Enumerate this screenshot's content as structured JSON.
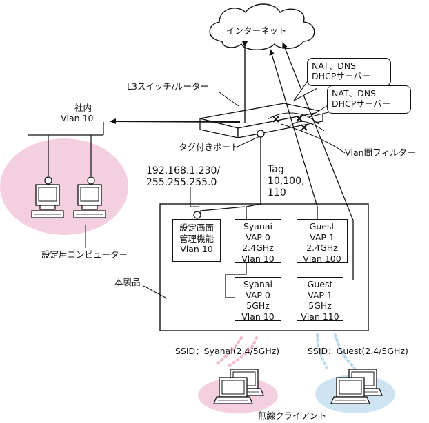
{
  "internet": {
    "label": "インターネット"
  },
  "router": {
    "label": "L3スイッチ/ルーター"
  },
  "shanai": {
    "line1": "社内",
    "line2": "Vlan 10"
  },
  "nat_callouts": [
    {
      "line1": "NAT、DNS",
      "line2": "DHCPサーバー"
    },
    {
      "line1": "NAT、DNS",
      "line2": "DHCPサーバー"
    }
  ],
  "tag_port": {
    "label": "タグ付きポート"
  },
  "vlan_filter": {
    "label": "Vlan間フィルター"
  },
  "ip_label": {
    "line1": "192.168.1.230/",
    "line2": "255.255.255.0"
  },
  "tag_label": {
    "line1": "Tag",
    "line2": "10,100,",
    "line3": "110"
  },
  "settings_pc": {
    "label": "設定用コンピューター"
  },
  "product": {
    "label": "本製品"
  },
  "mgmt_box": {
    "lines": [
      "設定画面",
      "管理機能",
      "Vlan 10"
    ]
  },
  "vaps": [
    {
      "lines": [
        "Syanai",
        "VAP 0",
        "2.4GHz",
        "Vlan 10"
      ]
    },
    {
      "lines": [
        "Guest",
        "VAP 1",
        "2.4GHz",
        "Vlan 100"
      ]
    },
    {
      "lines": [
        "Syanai",
        "VAP 0",
        "5GHz",
        "Vlan 10"
      ]
    },
    {
      "lines": [
        "Guest",
        "VAP 1",
        "5GHz",
        "Vlan 110"
      ]
    }
  ],
  "ssid_syanai": {
    "label": "SSID：Syanai(2.4/5GHz)"
  },
  "ssid_guest": {
    "label": "SSID：Guest(2.4/5GHz)"
  },
  "wireless_clients": {
    "label": "無線クライアント"
  },
  "colors": {
    "pink": "#f3cfe0",
    "blue": "#cfe4f3",
    "dot_pink": "#f0b8d2",
    "dot_blue": "#b8d8f0"
  }
}
